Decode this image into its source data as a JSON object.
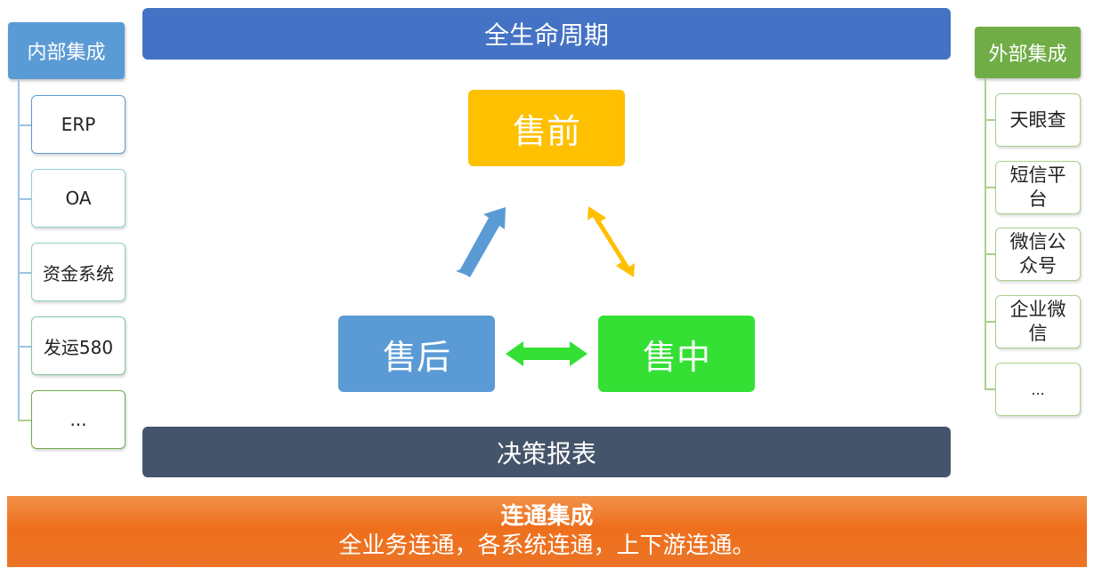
{
  "top_banner": {
    "label": "全生命周期"
  },
  "bottom_banner": {
    "label": "决策报表"
  },
  "integration": {
    "title": "连通集成",
    "subtitle": "全业务连通，各系统连通，上下游连通。"
  },
  "stages": {
    "presale": "售前",
    "insale": "售中",
    "aftersale": "售后"
  },
  "internal": {
    "title": "内部集成",
    "items": [
      "ERP",
      "OA",
      "资金系统",
      "发运580",
      "..."
    ]
  },
  "external": {
    "title": "外部集成",
    "items": [
      "天眼查",
      "短信平台",
      "微信公众号",
      "企业微信",
      "..."
    ]
  },
  "colors": {
    "lifecycle": "#4472c4",
    "report": "#44546a",
    "integration": "#ee6f1c",
    "presale": "#ffc000",
    "insale": "#33e033",
    "aftersale": "#5b9bd5",
    "internal_header": "#5b9bd5",
    "external_header": "#70ad47"
  }
}
